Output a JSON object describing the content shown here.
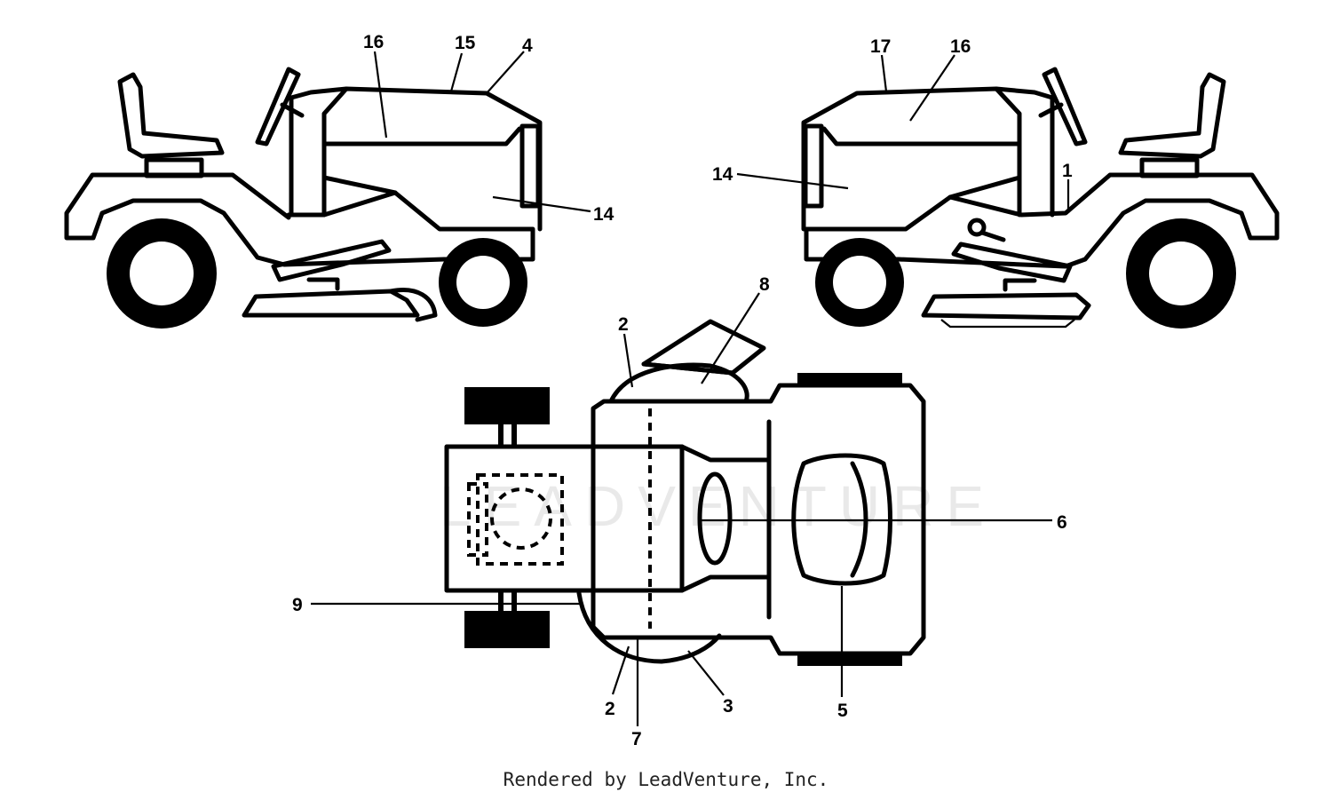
{
  "watermark": "LEADVENTURE",
  "footer": "Rendered by LeadVenture, Inc.",
  "callouts": {
    "c16_left": "16",
    "c15": "15",
    "c4": "4",
    "c14_left": "14",
    "c17": "17",
    "c16_right": "16",
    "c14_right": "14",
    "c1": "1",
    "c8": "8",
    "c2_top": "2",
    "c6": "6",
    "c9": "9",
    "c2_bottom": "2",
    "c7": "7",
    "c3": "3",
    "c5": "5"
  }
}
